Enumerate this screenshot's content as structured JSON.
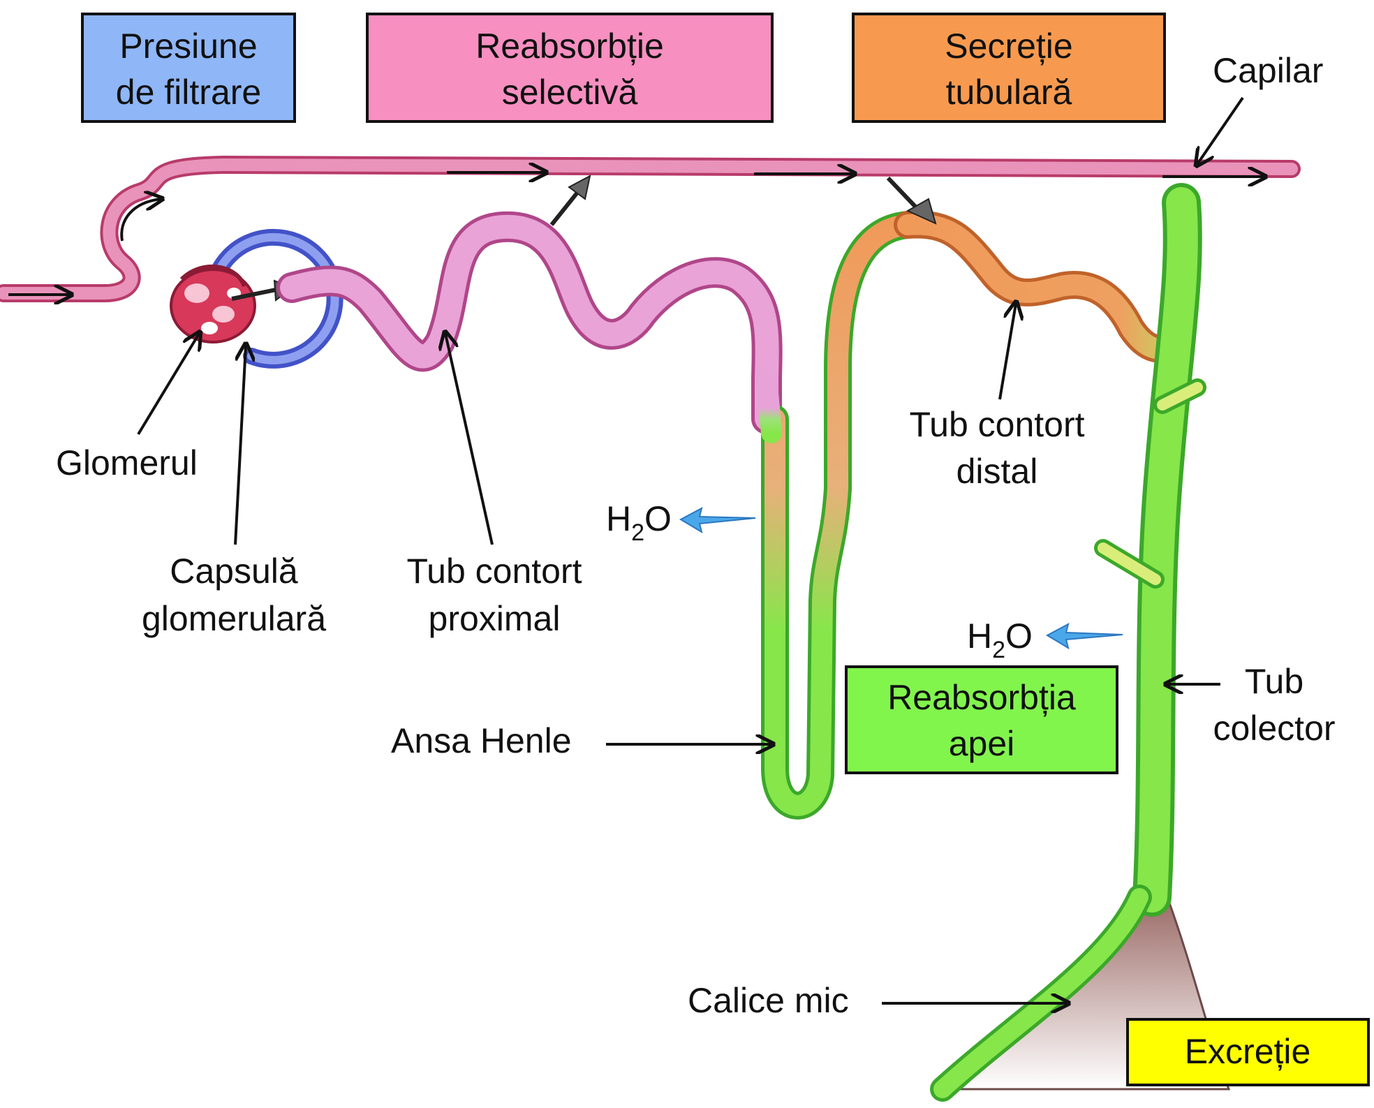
{
  "process_boxes": {
    "filtration": {
      "line1": "Presiune",
      "line2": "de filtrare",
      "color": "#8fb6f7"
    },
    "selective_reabsorption": {
      "line1": "Reabsorbție",
      "line2": "selectivă",
      "color": "#f78fc0"
    },
    "tubular_secretion": {
      "line1": "Secreție",
      "line2": "tubulară",
      "color": "#f79a4f"
    },
    "water_reabsorption": {
      "line1": "Reabsorbția",
      "line2": "apei",
      "color": "#82f54d"
    },
    "excretion": {
      "text": "Excreție",
      "color": "#ffff00"
    }
  },
  "labels": {
    "capillary": "Capilar",
    "glomerulus": "Glomerul",
    "capsule": {
      "line1": "Capsulă",
      "line2": "glomerulară"
    },
    "proximal_tubule": {
      "line1": "Tub contort",
      "line2": "proximal"
    },
    "distal_tubule": {
      "line1": "Tub contort",
      "line2": "distal"
    },
    "loop_of_henle": "Ansa Henle",
    "collecting_duct": {
      "line1": "Tub",
      "line2": "colector"
    },
    "minor_calyx": "Calice mic",
    "water_1": {
      "main": "H",
      "sub": "2",
      "end": "O"
    },
    "water_2": {
      "main": "H",
      "sub": "2",
      "end": "O"
    }
  },
  "colors": {
    "capillary": "#e87aa8",
    "tubule_proximal": "#e9a3d6",
    "tubule_distal": "#f0a060",
    "tubule_green": "#86e64a",
    "glomerulus": "#d8385a",
    "capsule": "#6d7fe0",
    "calyx": "#b48a84",
    "water_arrow": "#4aa7ea"
  }
}
